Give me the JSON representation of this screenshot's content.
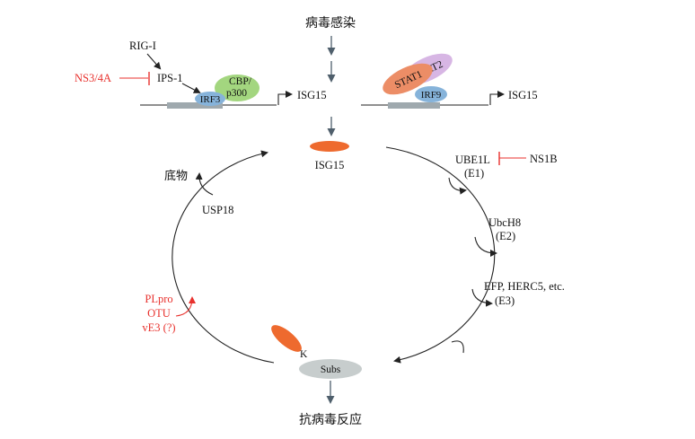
{
  "labels": {
    "virus_infection": "病毒感染",
    "rig_i": "RIG-I",
    "ips_1": "IPS-1",
    "ns3_4a": "NS3/4A",
    "irf3": "IRF3",
    "cbp": "CBP/",
    "p300": "p300",
    "isg15_promoter_left": "ISG15",
    "stat2": "STAT2",
    "stat1": "STAT1",
    "irf9": "IRF9",
    "isg15_promoter_right": "ISG15",
    "isg15_protein": "ISG15",
    "ube1l": "UBE1L",
    "e1": "(E1)",
    "ns1b": "NS1B",
    "ubch8": "UbcH8",
    "e2": "(E2)",
    "efp": "EFP, HERC5, etc.",
    "e3": "(E3)",
    "substrate": "底物",
    "usp18": "USP18",
    "plpro": "PLpro",
    "otu": "OTU",
    "ve3": "vE3 (?)",
    "k": "K",
    "subs": "Subs",
    "antiviral": "抗病毒反应"
  },
  "colors": {
    "inhibitor_red": "#e8312d",
    "isg15_orange": "#ee6a2e",
    "irf_blue": "#86b3da",
    "cbp_green": "#a3d67f",
    "stat2_lilac": "#d7b6e4",
    "stat1_salmon": "#ec8d66",
    "subs_gray": "#c7cdcd",
    "dna_gray": "#9fa9ae",
    "arrow_gray": "#4f5f6c"
  }
}
